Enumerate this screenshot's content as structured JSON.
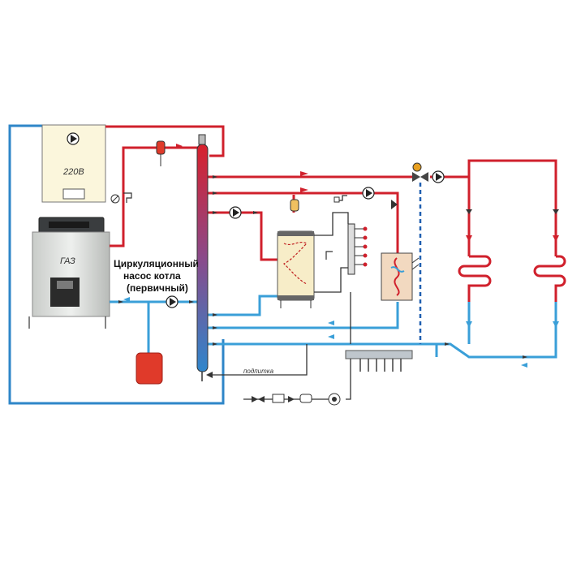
{
  "labels": {
    "electric_boiler": "220В",
    "gas_boiler": "ГАЗ",
    "pump_caption_line1": "Циркуляционный",
    "pump_caption_line2": "насос котла",
    "pump_caption_line3": "(первичный)",
    "makeup": "подпитка"
  },
  "colors": {
    "hot_pipe": "#d0202c",
    "cold_pipe": "#3a9fd8",
    "outer_loop": "#2e86c8",
    "flow_arrow_hot": "#d0202c",
    "flow_arrow_cold": "#3a9fd8",
    "expansion_tank": "#e03a2a",
    "neutral_pipe": "#333333",
    "bypass_dashed": "#1f5fb0"
  },
  "icons": {
    "pump": "pump-icon",
    "valve": "valve-icon",
    "air_vent": "air-vent-icon",
    "expansion_tank": "expansion-tank-icon",
    "dhw_cylinder": "hot-water-cylinder-icon",
    "plate_exchanger": "heat-exchanger-icon",
    "radiator": "radiator-coil-icon",
    "manifold": "manifold-icon",
    "water_meter": "water-meter-icon",
    "filter": "filter-icon",
    "three_way_valve": "three-way-valve-icon",
    "hydraulic_separator": "hydraulic-separator-icon"
  }
}
